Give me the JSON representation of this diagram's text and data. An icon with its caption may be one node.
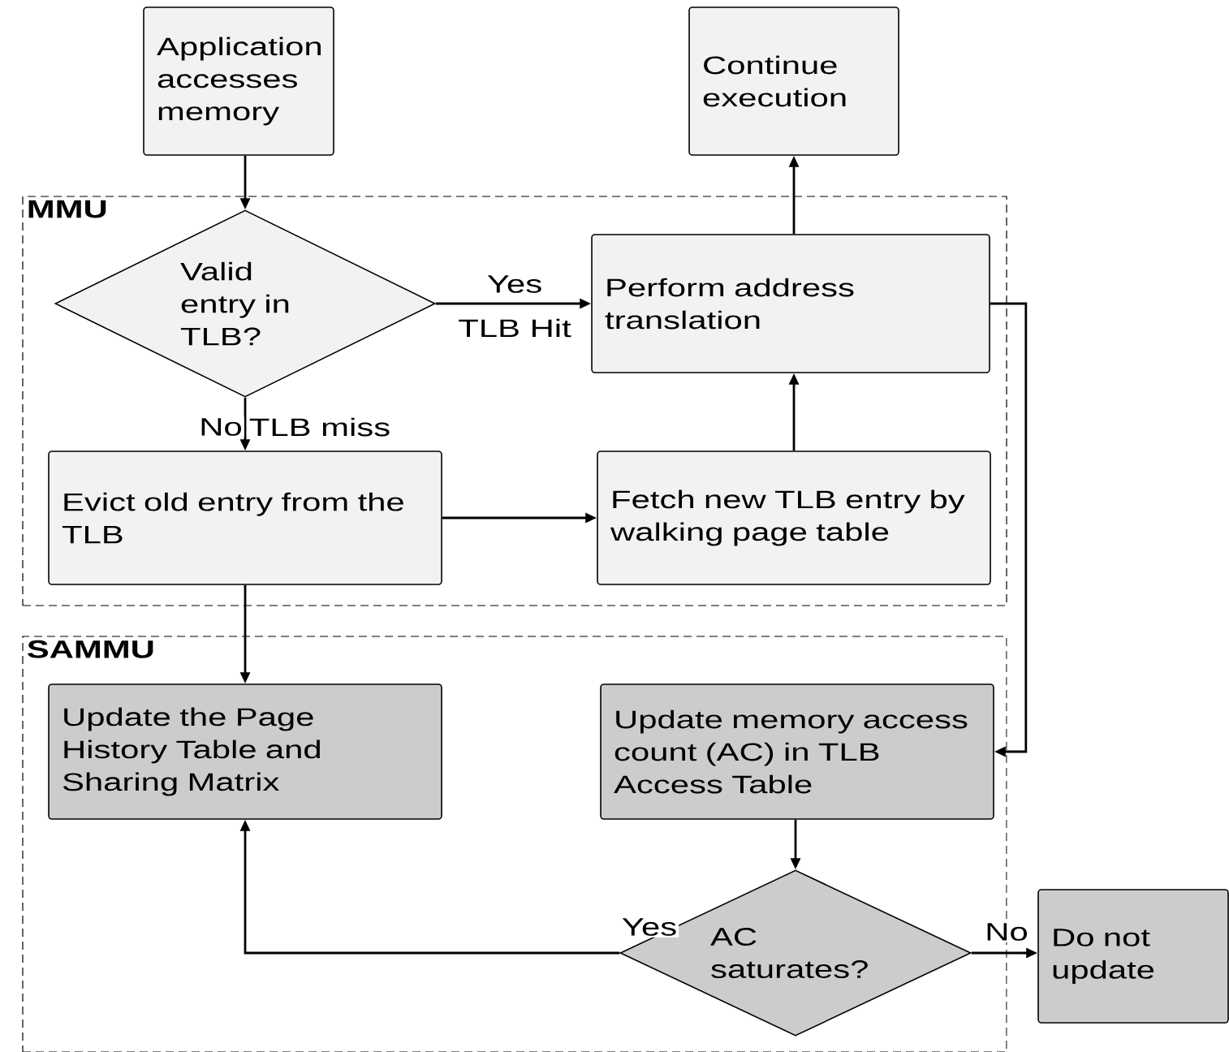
{
  "diagram": {
    "nodes": [
      {
        "text": [
          "Application accesses memory"
        ]
      },
      {
        "text": [
          "Continue execution"
        ]
      },
      {
        "text": [
          "MMU"
        ]
      },
      {
        "text": [
          "Valid entry in TLB?"
        ],
        "in": 2
      },
      {
        "text": [
          "Perform address translation"
        ],
        "in": 2
      },
      {
        "text": [
          "Evict old entry from the TLB"
        ],
        "in": 2
      },
      {
        "text": [
          "Fetch new TLB entry by walking page table"
        ],
        "in": 2
      },
      {
        "text": [
          "SAMMU"
        ]
      },
      {
        "text": [
          "Update the Page History Table and Sharing Matrix"
        ],
        "in": 7
      },
      {
        "text": [
          "Update memory access count (AC) in TLB Access Table"
        ],
        "in": 7
      },
      {
        "text": [
          "AC saturates?"
        ],
        "in": 7
      },
      {
        "text": [
          "Do not update"
        ]
      }
    ],
    "edges": [
      {
        "from": 0,
        "to": 3,
        "arrow": "to"
      },
      {
        "from": 3,
        "to": 4,
        "arrow": "to",
        "label": "Yes"
      },
      {
        "from": 3,
        "to": 5,
        "arrow": "to",
        "label": "No"
      },
      {
        "from": 4,
        "to": 1,
        "arrow": "to"
      },
      {
        "from": 6,
        "to": 4,
        "arrow": "to"
      },
      {
        "from": 5,
        "to": 6,
        "arrow": "to"
      },
      {
        "from": 5,
        "to": 8,
        "arrow": "to"
      },
      {
        "from": 4,
        "to": 9,
        "arrow": "to"
      },
      {
        "from": 9,
        "to": 10,
        "arrow": "to"
      },
      {
        "from": 10,
        "to": 8,
        "arrow": "to",
        "label": "Yes"
      },
      {
        "from": 10,
        "to": 11,
        "arrow": "to",
        "label": "No"
      }
    ],
    "labels": [
      "TLB Hit",
      "TLB miss"
    ]
  }
}
